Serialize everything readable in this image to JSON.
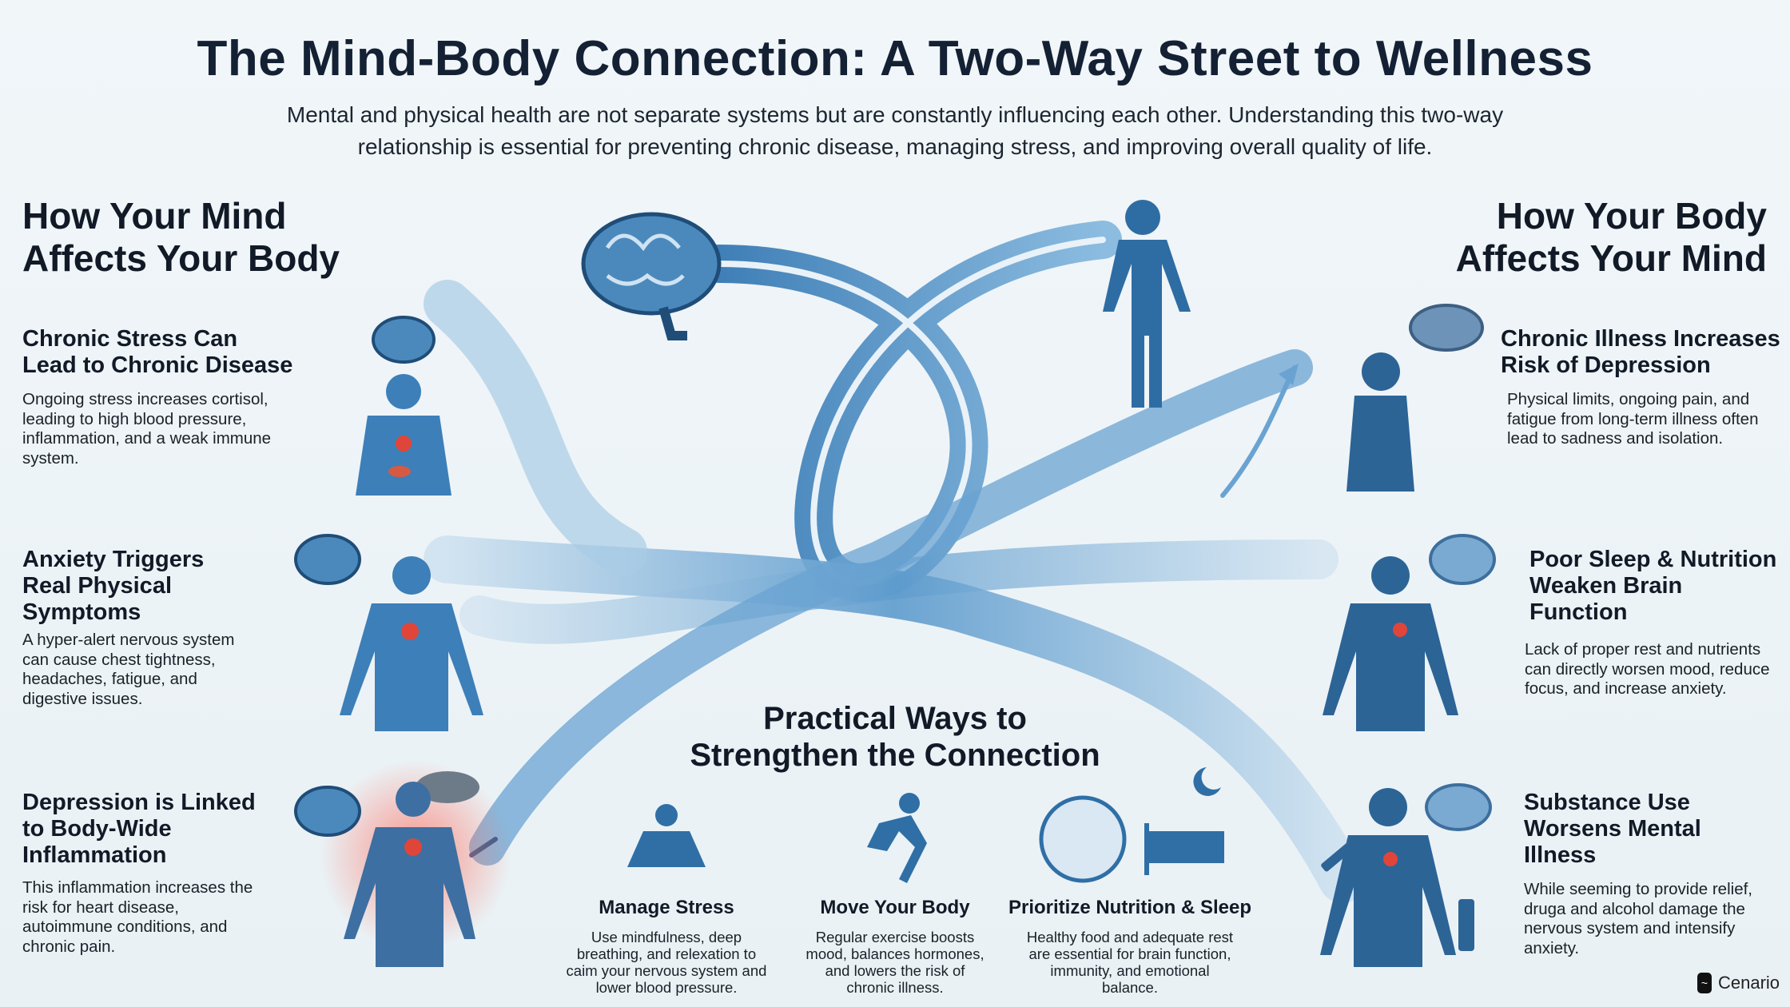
{
  "title": "The Mind-Body Connection: A Two-Way Street to Wellness",
  "subtitle": [
    "Mental and physical health are not separate systems but are constantly influencing each other. Understanding this two-way",
    "relationship is essential for preventing chronic disease, managing stress, and improving overall quality of life."
  ],
  "left": {
    "heading": [
      "How Your Mind",
      "Affects Your Body"
    ],
    "cards": [
      {
        "title": [
          "Chronic Stress Can",
          "Lead to Chronic Disease"
        ],
        "body": [
          "Ongoing stress increases cortisol,",
          "leading to high blood pressure,",
          "inflammation, and a weak immune",
          "system."
        ]
      },
      {
        "title": [
          "Anxiety Triggers",
          "Real Physical",
          "Symptoms"
        ],
        "body": [
          "A hyper-alert nervous system",
          "can cause chest tightness,",
          "headaches, fatigue, and",
          "digestive issues."
        ]
      },
      {
        "title": [
          "Depression is Linked",
          "to Body-Wide",
          "Inflammation"
        ],
        "body": [
          "This inflammation increases the",
          "risk for heart disease,",
          "autoimmune conditions, and",
          "chronic pain."
        ]
      }
    ]
  },
  "right": {
    "heading": [
      "How Your Body",
      "Affects Your Mind"
    ],
    "cards": [
      {
        "title": [
          "Chronic Illness Increases",
          "Risk of Depression"
        ],
        "body": [
          "Physical limits, ongoing pain, and",
          "fatigue from long-term illness often",
          "lead to sadness and isolation."
        ]
      },
      {
        "title": [
          "Poor Sleep & Nutrition",
          "Weaken Brain",
          "Function"
        ],
        "body": [
          "Lack of proper rest and nutrients",
          "can directly worsen mood, reduce",
          "focus, and increase anxiety."
        ]
      },
      {
        "title": [
          "Substance Use",
          "Worsens Mental",
          "Illness"
        ],
        "body": [
          "While seeming to provide relief,",
          "druga and alcohol damage the",
          "nervous system and intensify",
          "anxiety."
        ]
      }
    ]
  },
  "practical": {
    "heading": [
      "Practical Ways to",
      "Strengthen the Connection"
    ],
    "items": [
      {
        "title": "Manage Stress",
        "body": [
          "Use mindfulness, deep",
          "breathing, and relexation to",
          "caim your nervous system and",
          "lower blood pressure."
        ]
      },
      {
        "title": "Move Your Body",
        "body": [
          "Regular exercise boosts",
          "mood, balances hormones,",
          "and lowers the risk of",
          "chronic illness."
        ]
      },
      {
        "title": "Prioritize Nutrition & Sleep",
        "body": [
          "Healthy food and adequate rest",
          "are essential for brain function,",
          "immunity, and emotional",
          "balance."
        ]
      }
    ]
  },
  "brand": "Cenario",
  "colors": {
    "ribbon": "#4f8fc4",
    "figure": "#2e6da3",
    "accent_red": "#e0453a"
  }
}
